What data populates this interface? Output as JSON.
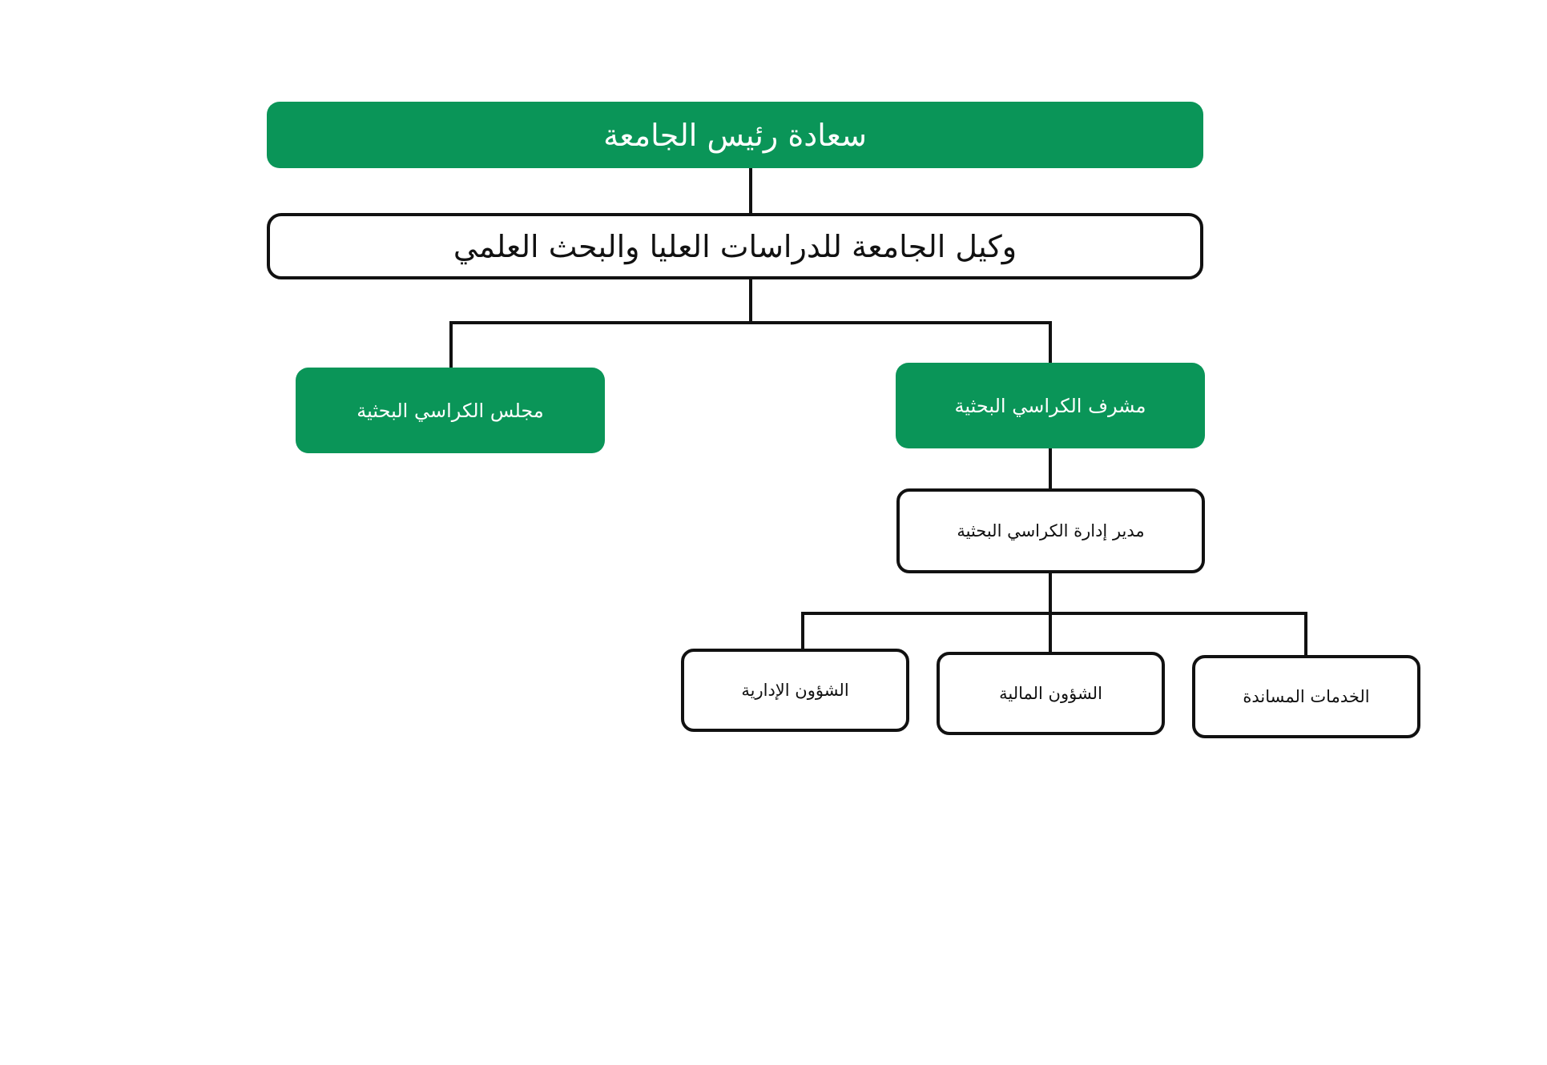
{
  "diagram": {
    "type": "org-chart",
    "colors": {
      "green_fill": "#0a9558",
      "outline": "#111111",
      "background": "#ffffff"
    },
    "nodes": {
      "president": {
        "label": "سعادة رئيس الجامعة",
        "style": "green"
      },
      "vice": {
        "label": "وكيل الجامعة للدراسات العليا والبحث العلمي",
        "style": "outlined"
      },
      "council": {
        "label": "مجلس الكراسي البحثية",
        "style": "green"
      },
      "supervisor": {
        "label": "مشرف الكراسي البحثية",
        "style": "green"
      },
      "director": {
        "label": "مدير إدارة الكراسي البحثية",
        "style": "outlined"
      },
      "admin_affairs": {
        "label": "الشؤون الإدارية",
        "style": "outlined"
      },
      "finance_affairs": {
        "label": "الشؤون المالية",
        "style": "outlined"
      },
      "support_services": {
        "label": "الخدمات المساندة",
        "style": "outlined"
      }
    },
    "edges": [
      {
        "from": "president",
        "to": "vice"
      },
      {
        "from": "vice",
        "to": "council"
      },
      {
        "from": "vice",
        "to": "supervisor"
      },
      {
        "from": "supervisor",
        "to": "director"
      },
      {
        "from": "director",
        "to": "admin_affairs"
      },
      {
        "from": "director",
        "to": "finance_affairs"
      },
      {
        "from": "director",
        "to": "support_services"
      }
    ]
  }
}
